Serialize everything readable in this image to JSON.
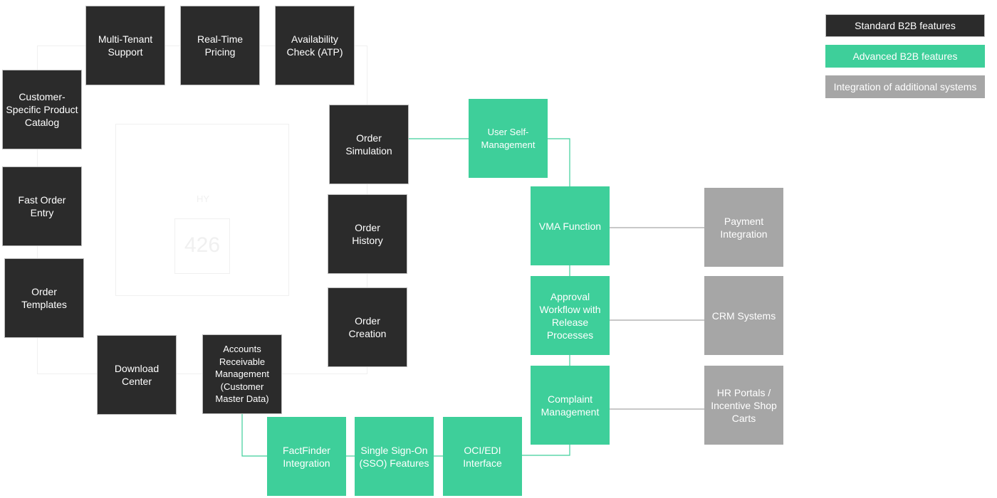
{
  "legend": {
    "standard": "Standard B2B features",
    "advanced": "Advanced B2B features",
    "integration": "Integration of additional systems"
  },
  "colors": {
    "standard": "#2b2b2b",
    "advanced": "#3ecf9a",
    "integration": "#a6a6a6"
  },
  "watermark": {
    "label": "HY",
    "number": "426"
  },
  "standard_features": {
    "multi_tenant": "Multi-Tenant\nSupport",
    "real_time_pricing": "Real-Time\nPricing",
    "availability_check": "Availability\nCheck (ATP)",
    "customer_catalog": "Customer-\nSpecific Product\nCatalog",
    "fast_order_entry": "Fast Order\nEntry",
    "order_templates": "Order\nTemplates",
    "download_center": "Download\nCenter",
    "accounts_receivable": "Accounts\nReceivable\nManagement\n(Customer\nMaster Data)",
    "order_simulation": "Order\nSimulation",
    "order_history": "Order\nHistory",
    "order_creation": "Order\nCreation"
  },
  "advanced_features": {
    "user_self_management": "User Self-\nManagement",
    "vma_function": "VMA Function",
    "approval_workflow": "Approval\nWorkflow with\nRelease\nProcesses",
    "complaint_management": "Complaint\nManagement",
    "factfinder": "FactFinder\nIntegration",
    "sso": "Single Sign-On\n(SSO) Features",
    "oci_edi": "OCI/EDI\nInterface"
  },
  "integrations": {
    "payment": "Payment\nIntegration",
    "crm": "CRM Systems",
    "hr_portals": "HR Portals /\nIncentive Shop\nCarts"
  }
}
